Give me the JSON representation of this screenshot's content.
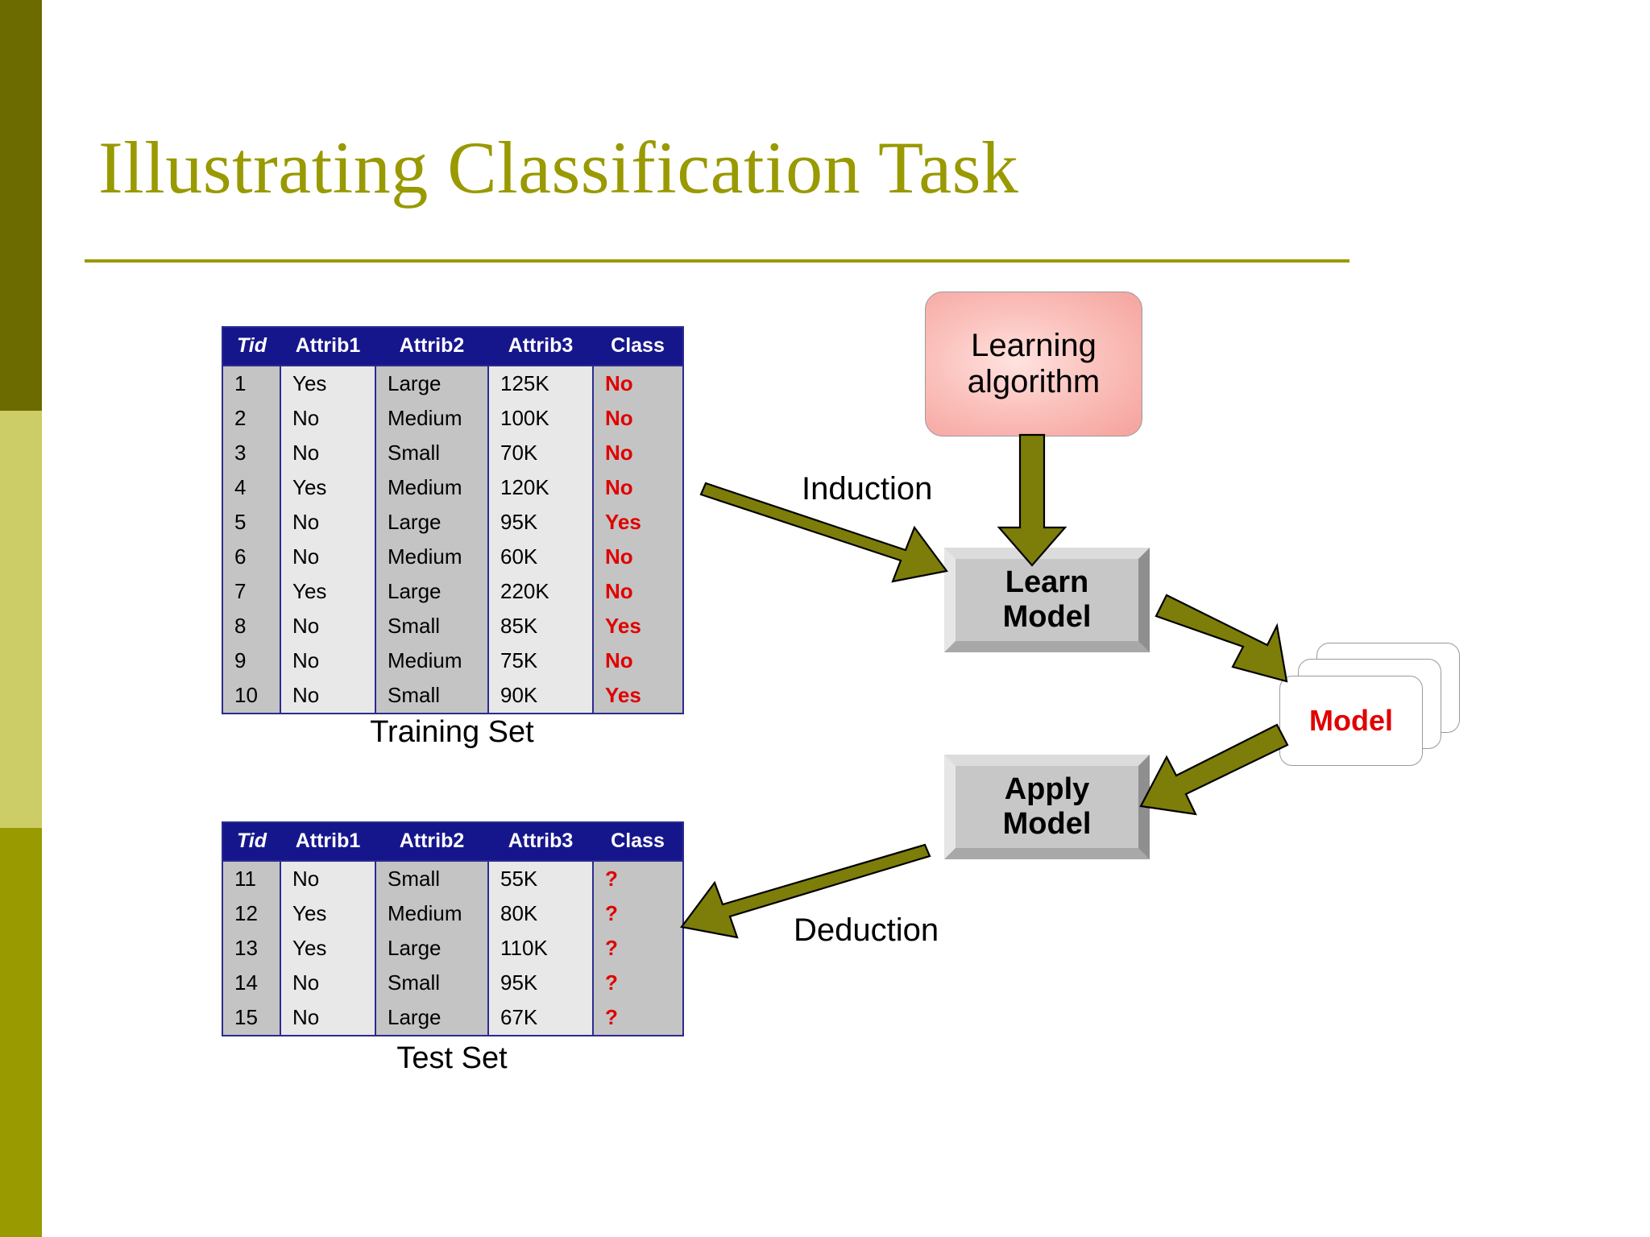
{
  "slide": {
    "title": "Illustrating Classification Task",
    "accent_color": "#999900",
    "sidebar": {
      "band_top_color": "#6b6b00",
      "band_mid_color": "#cccd66",
      "band_bottom_color": "#999900"
    }
  },
  "training_set": {
    "caption": "Training Set",
    "columns": [
      "Tid",
      "Attrib1",
      "Attrib2",
      "Attrib3",
      "Class"
    ],
    "rows": [
      [
        "1",
        "Yes",
        "Large",
        "125K",
        "No"
      ],
      [
        "2",
        "No",
        "Medium",
        "100K",
        "No"
      ],
      [
        "3",
        "No",
        "Small",
        "70K",
        "No"
      ],
      [
        "4",
        "Yes",
        "Medium",
        "120K",
        "No"
      ],
      [
        "5",
        "No",
        "Large",
        "95K",
        "Yes"
      ],
      [
        "6",
        "No",
        "Medium",
        "60K",
        "No"
      ],
      [
        "7",
        "Yes",
        "Large",
        "220K",
        "No"
      ],
      [
        "8",
        "No",
        "Small",
        "85K",
        "Yes"
      ],
      [
        "9",
        "No",
        "Medium",
        "75K",
        "No"
      ],
      [
        "10",
        "No",
        "Small",
        "90K",
        "Yes"
      ]
    ]
  },
  "test_set": {
    "caption": "Test Set",
    "columns": [
      "Tid",
      "Attrib1",
      "Attrib2",
      "Attrib3",
      "Class"
    ],
    "rows": [
      [
        "11",
        "No",
        "Small",
        "55K",
        "?"
      ],
      [
        "12",
        "Yes",
        "Medium",
        "80K",
        "?"
      ],
      [
        "13",
        "Yes",
        "Large",
        "110K",
        "?"
      ],
      [
        "14",
        "No",
        "Small",
        "95K",
        "?"
      ],
      [
        "15",
        "No",
        "Large",
        "67K",
        "?"
      ]
    ]
  },
  "flow": {
    "learning_algorithm": "Learning\nalgorithm",
    "learn_model": "Learn\nModel",
    "apply_model": "Apply\nModel",
    "model_card": "Model",
    "induction": "Induction",
    "deduction": "Deduction",
    "arrow_color": "#7d7d0a",
    "arrow_outline": "#000000"
  },
  "colors": {
    "table_header_bg": "#16168c",
    "table_border": "#2b2b8f",
    "class_text": "#e00000",
    "model_text": "#e00000",
    "learning_box_fill": "#f5a19c"
  }
}
